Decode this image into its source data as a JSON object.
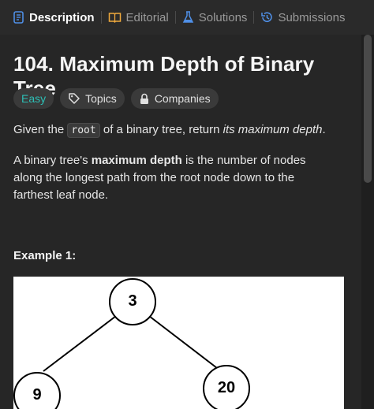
{
  "tabs": [
    {
      "label": "Description",
      "icon": "description-icon",
      "color": "#4f8fe6",
      "active": true
    },
    {
      "label": "Editorial",
      "icon": "book-icon",
      "color": "#f0a93c",
      "active": false
    },
    {
      "label": "Solutions",
      "icon": "flask-icon",
      "color": "#4f8fe6",
      "active": false
    },
    {
      "label": "Submissions",
      "icon": "history-icon",
      "color": "#4f8fe6",
      "active": false
    }
  ],
  "problem": {
    "title": "104. Maximum Depth of Binary Tree",
    "difficulty": "Easy",
    "topics_label": "Topics",
    "companies_label": "Companies"
  },
  "description": {
    "p1_before": "Given the ",
    "p1_code": "root",
    "p1_middle": " of a binary tree, return ",
    "p1_em": "its maximum depth",
    "p1_end": ".",
    "p2_before": "A binary tree's ",
    "p2_bold": "maximum depth",
    "p2_after": " is the number of nodes along the longest path from the root node down to the farthest leaf node."
  },
  "example": {
    "title": "Example 1:",
    "tree_nodes": [
      "3",
      "9",
      "20"
    ]
  },
  "colors": {
    "accent_easy": "#2dbfb5",
    "tab_bar": "#2a2a2a",
    "panel": "#262626"
  }
}
